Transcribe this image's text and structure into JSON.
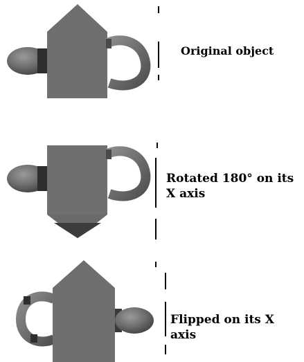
{
  "figures": [
    {
      "caption": "Original object"
    },
    {
      "caption": "Rotated 180° on its X axis"
    },
    {
      "caption": "Flipped on its X axis"
    }
  ],
  "colors": {
    "body": "#6f6f6f",
    "body_dark": "#4a4a4a",
    "roof_dark": "#3c3c3c",
    "handle": "#777777",
    "handle_dark": "#3a3a3a",
    "knob": "#5e5e5e",
    "knob_dark": "#2b2b2b",
    "axis_line": "#000000"
  },
  "icons": {
    "object": "house-mug-shape",
    "axis": "vertical-axis-marker"
  }
}
